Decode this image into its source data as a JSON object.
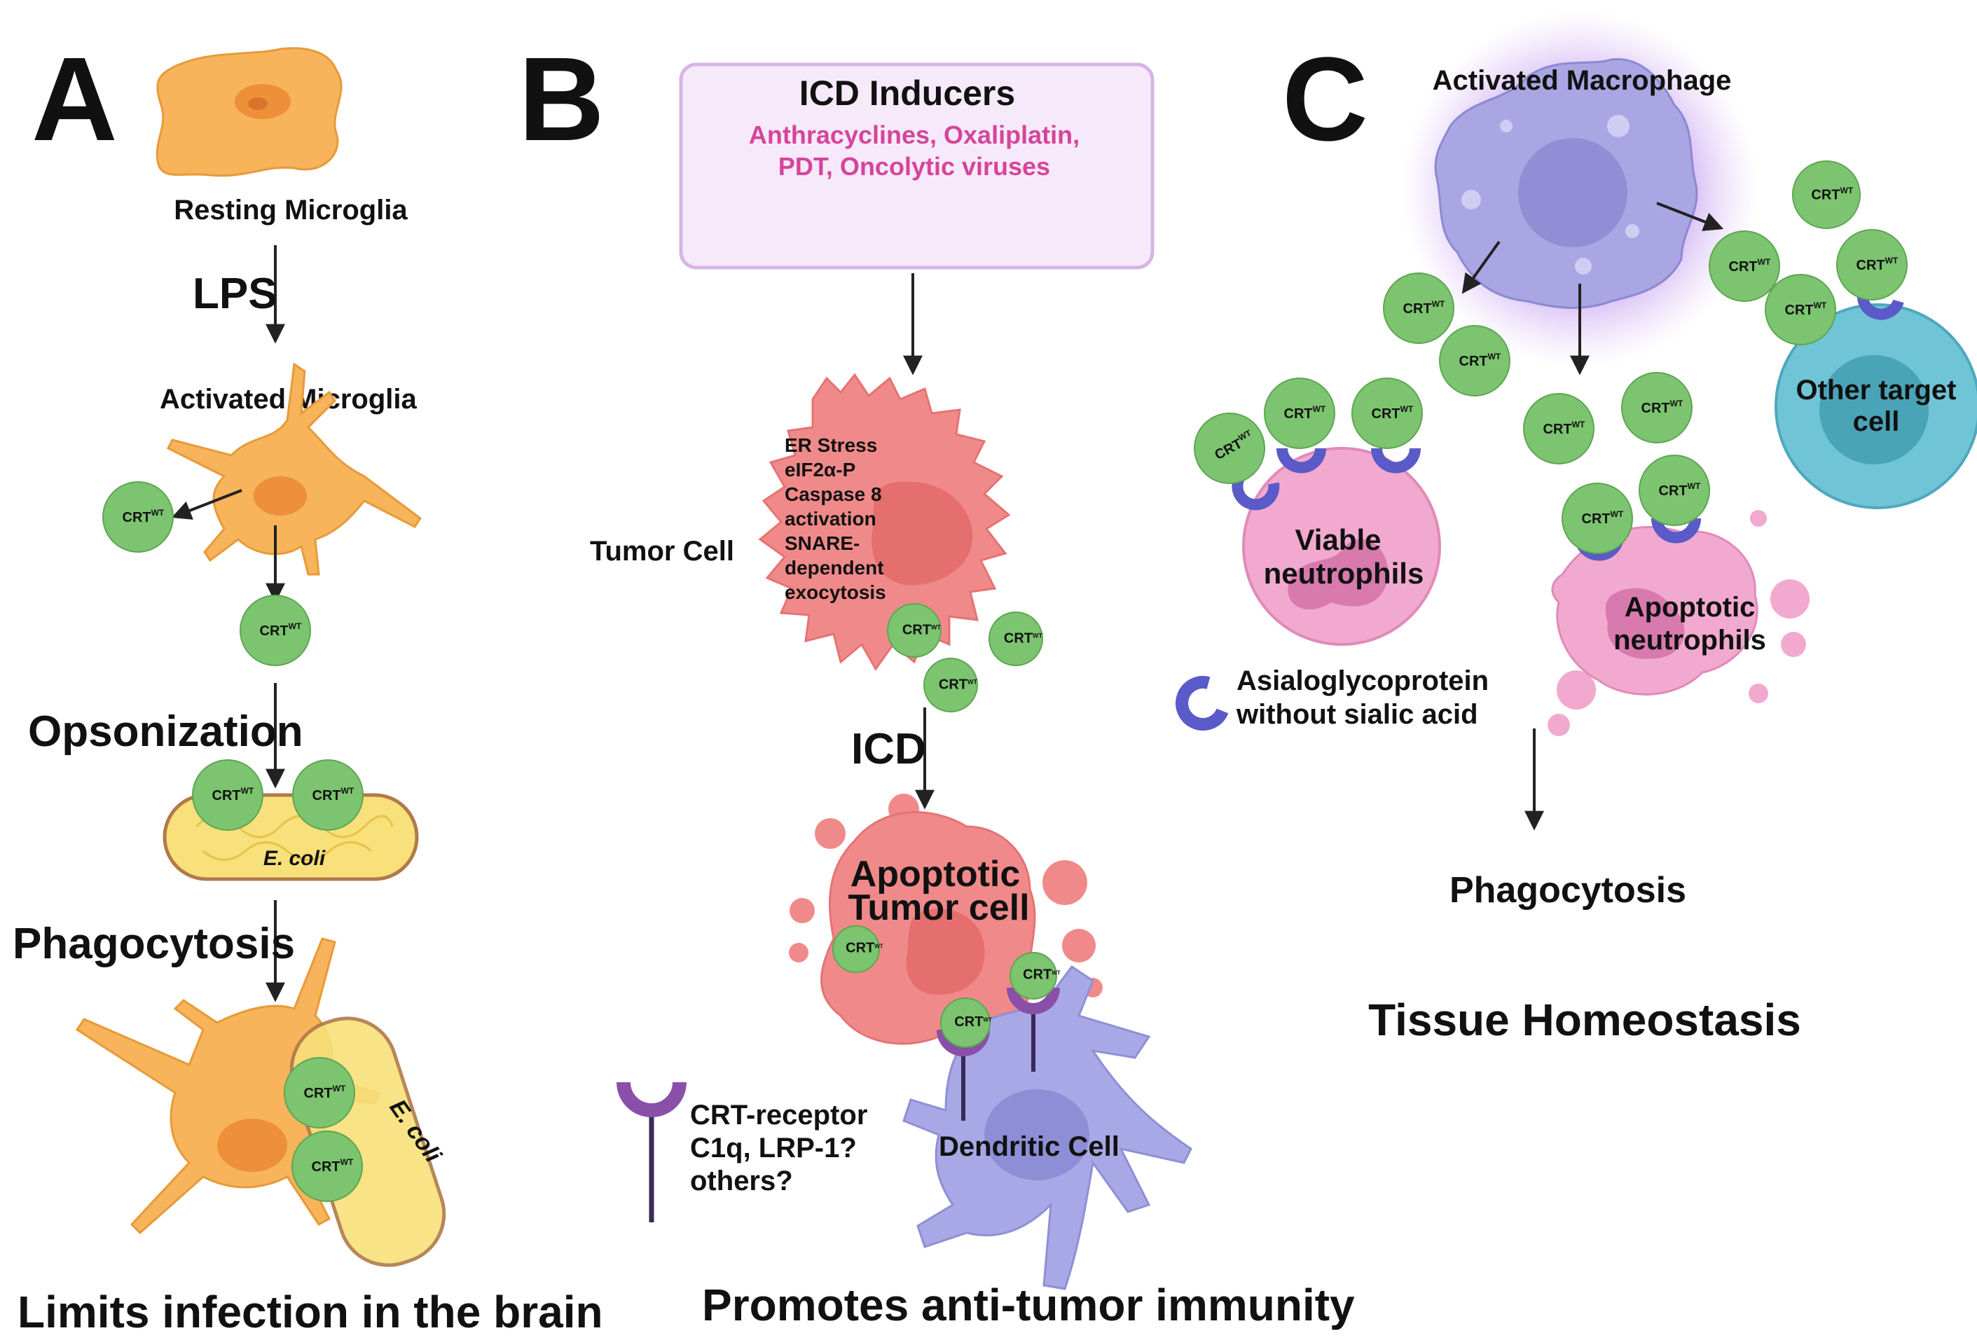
{
  "panels": {
    "a": "A",
    "b": "B",
    "c": "C"
  },
  "panel_a": {
    "resting": "Resting Microglia",
    "lps": "LPS",
    "activated": "Activated Microglia",
    "opsonization": "Opsonization",
    "ecoli": "E. coli",
    "phagocytosis": "Phagocytosis",
    "ecoli_engulfed": "E. coli",
    "outcome": "Limits infection in the brain"
  },
  "panel_b": {
    "icd_title": "ICD Inducers",
    "icd_line1": "Anthracyclines, Oxaliplatin,",
    "icd_line2": "PDT, Oncolytic viruses",
    "tumor_cell": "Tumor Cell",
    "stress_lines": [
      "ER Stress",
      "eIF2α-P",
      "Caspase 8",
      "activation",
      "SNARE-",
      "dependent",
      "exocytosis"
    ],
    "icd": "ICD",
    "apoptotic_1": "Apoptotic",
    "apoptotic_2": "Tumor cell",
    "dendritic": "Dendritic Cell",
    "receptor_1": "CRT-receptor",
    "receptor_2": "C1q, LRP-1?",
    "receptor_3": "others?",
    "outcome": "Promotes anti-tumor immunity"
  },
  "panel_c": {
    "macrophage": "Activated Macrophage",
    "other_1": "Other target",
    "other_2": "cell",
    "viable_1": "Viable",
    "viable_2": "neutrophils",
    "apoptotic_1": "Apoptotic",
    "apoptotic_2": "neutrophils",
    "asialo_1": "Asialoglycoprotein",
    "asialo_2": "without sialic acid",
    "phagocytosis": "Phagocytosis",
    "outcome": "Tissue Homeostasis"
  },
  "crt": {
    "main": "CRT",
    "sup": "WT"
  },
  "colors": {
    "microglia": "#f7b45a",
    "crt_green": "#7cc46f",
    "tumor_red": "#f08a8a",
    "dendritic": "#a8a8e6",
    "macrophage": "#a9a6e3",
    "neutrophil": "#f2a9cf",
    "target_cell": "#6fc4d6",
    "receptor": "#8a4fa8",
    "asialo": "#5a5ac8",
    "icd_box": "#f6eafa",
    "icd_text": "#d6449a"
  }
}
